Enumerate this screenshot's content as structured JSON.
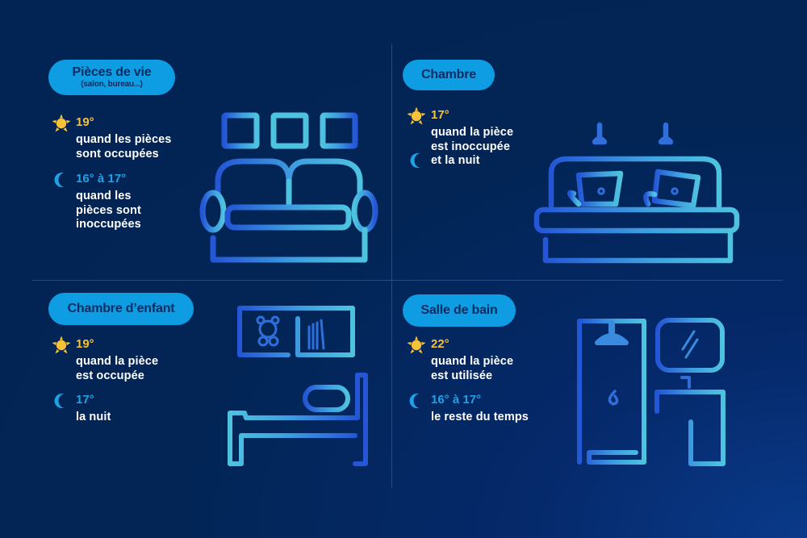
{
  "colors": {
    "background": "#022454",
    "pill": "#0e9de2",
    "pill_text": "#0b2d63",
    "day_temp": "#f7c238",
    "night_temp": "#1fa2e4",
    "divider": "#1d4d94",
    "illus_gradient_start": "#2456d6",
    "illus_gradient_end": "#4ec3e0"
  },
  "sections": [
    {
      "title": "Pièces de vie",
      "subtitle": "(salon, bureau...)",
      "illustration": "sofa-icon",
      "day": {
        "icon": "sun-icon",
        "temp": "19°",
        "lines": [
          "quand les pièces",
          "sont occupées"
        ]
      },
      "night": {
        "icon": "moon-icon",
        "temp": "16° à 17°",
        "lines": [
          "quand les",
          "pièces sont",
          "inoccupées"
        ]
      }
    },
    {
      "title": "Chambre",
      "illustration": "double-bed-icon",
      "day": {
        "icon": "sun-icon",
        "temp": "17°",
        "lines": [
          "quand la pièce",
          "est inoccupée",
          "et la nuit"
        ]
      },
      "night": {
        "icon": "moon-icon"
      }
    },
    {
      "title": "Chambre d’enfant",
      "illustration": "kids-bed-shelf-icon",
      "day": {
        "icon": "sun-icon",
        "temp": "19°",
        "lines": [
          "quand la pièce",
          "est occupée"
        ]
      },
      "night": {
        "icon": "moon-icon",
        "temp": "17°",
        "lines": [
          "la nuit"
        ]
      }
    },
    {
      "title": "Salle de bain",
      "illustration": "shower-sink-icon",
      "day": {
        "icon": "sun-icon",
        "temp": "22°",
        "lines": [
          "quand la pièce",
          "est utilisée"
        ]
      },
      "night": {
        "icon": "moon-icon",
        "temp": "16° à 17°",
        "lines": [
          "le reste du temps"
        ]
      }
    }
  ]
}
